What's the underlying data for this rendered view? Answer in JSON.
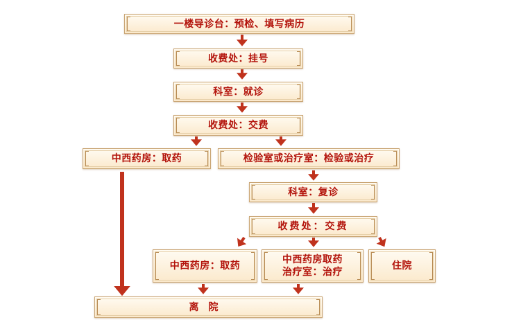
{
  "colors": {
    "text": "#b3130b",
    "arrow": "#c0321d",
    "box_fill": "#fdf1dc",
    "box_border": "#c9a574"
  },
  "steps": {
    "reception": "一楼导诊台：预检、填写病历",
    "register": "收费处：挂号",
    "dept": "科室：就诊",
    "pay1": "收费处：交费",
    "pharmacy1": "中西药房：取药",
    "lab": "检验室或治疗室：检验或治疗",
    "revisit": "科室：复诊",
    "pay2": "收费处：交费",
    "pharmacy2": "中西药房：取药",
    "pharm_treat_line1": "中西药房取药",
    "pharm_treat_line2": "治疗室：治疗",
    "hospitalize": "住院",
    "discharge": "离院"
  }
}
